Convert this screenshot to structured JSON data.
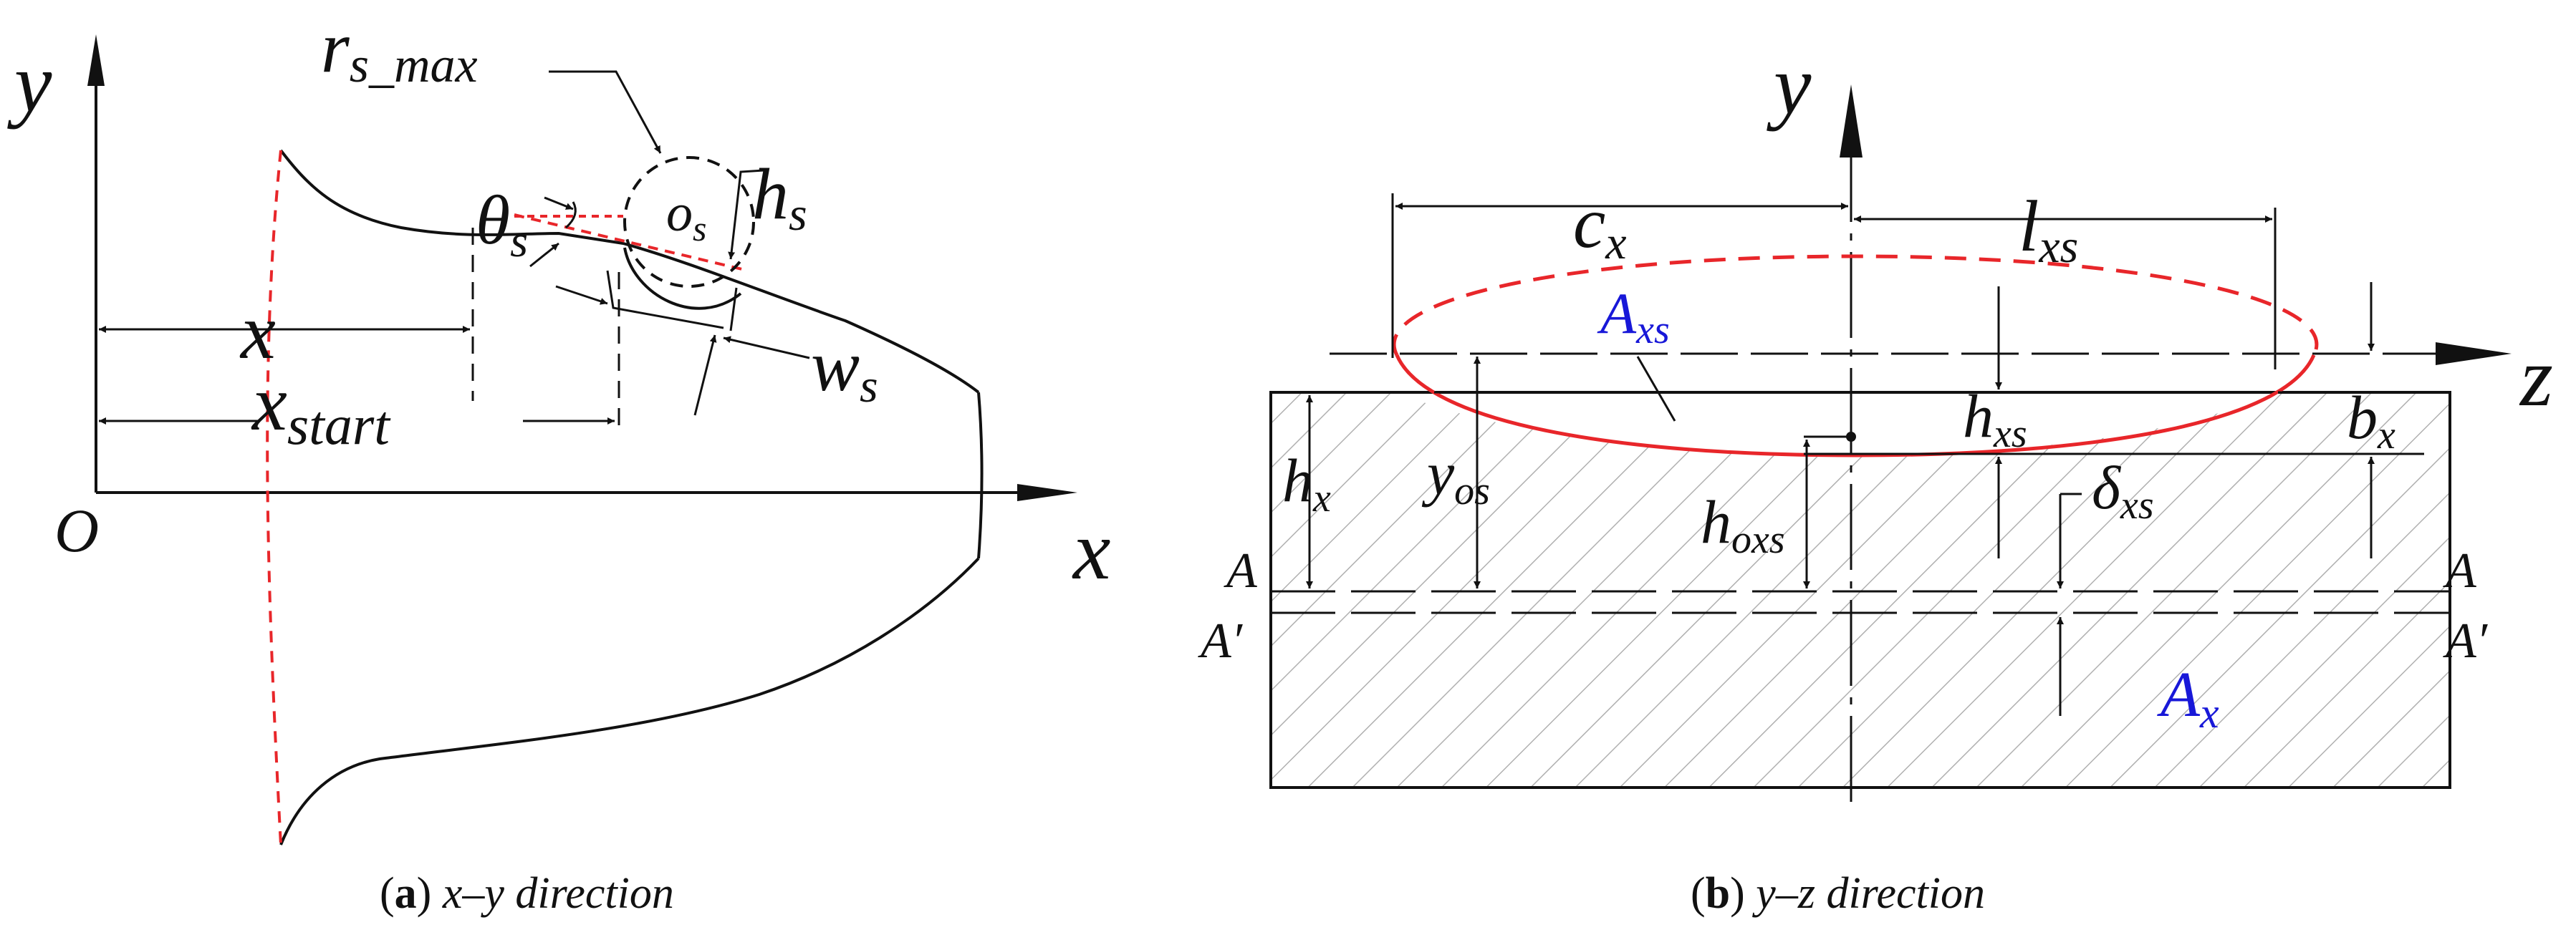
{
  "panel_a": {
    "labels": {
      "y": "y",
      "x": "x",
      "origin": "O",
      "r_s_max": "r",
      "r_s_max_sub": "s_max",
      "theta_s": "θ",
      "theta_s_sub": "s",
      "o_s": "o",
      "o_s_sub": "s",
      "h_s": "h",
      "h_s_sub": "s",
      "x_dim": "x",
      "x_start": "x",
      "x_start_sub": "start",
      "w_s": "w",
      "w_s_sub": "s"
    },
    "caption_letter": "a",
    "caption_text": "x–y direction"
  },
  "panel_b": {
    "labels": {
      "y": "y",
      "z": "z",
      "c_x": "c",
      "c_x_sub": "x",
      "l_xs": "l",
      "l_xs_sub": "xs",
      "A_xs": "A",
      "A_xs_sub": "xs",
      "h_xs": "h",
      "h_xs_sub": "xs",
      "b_x": "b",
      "b_x_sub": "x",
      "h_x": "h",
      "h_x_sub": "x",
      "y_os": "y",
      "y_os_sub": "os",
      "h_oxs": "h",
      "h_oxs_sub": "oxs",
      "delta_xs": "δ",
      "delta_xs_sub": "xs",
      "A_left": "A",
      "A_right": "A",
      "A_prime_left": "A′",
      "A_prime_right": "A′",
      "A_x": "A",
      "A_x_sub": "x"
    },
    "caption_letter": "b",
    "caption_text": "y–z direction"
  },
  "colors": {
    "red_curve": "#e8262a",
    "blue_label": "#1818d8",
    "line": "#111111",
    "hatch": "#b0b0b0"
  }
}
